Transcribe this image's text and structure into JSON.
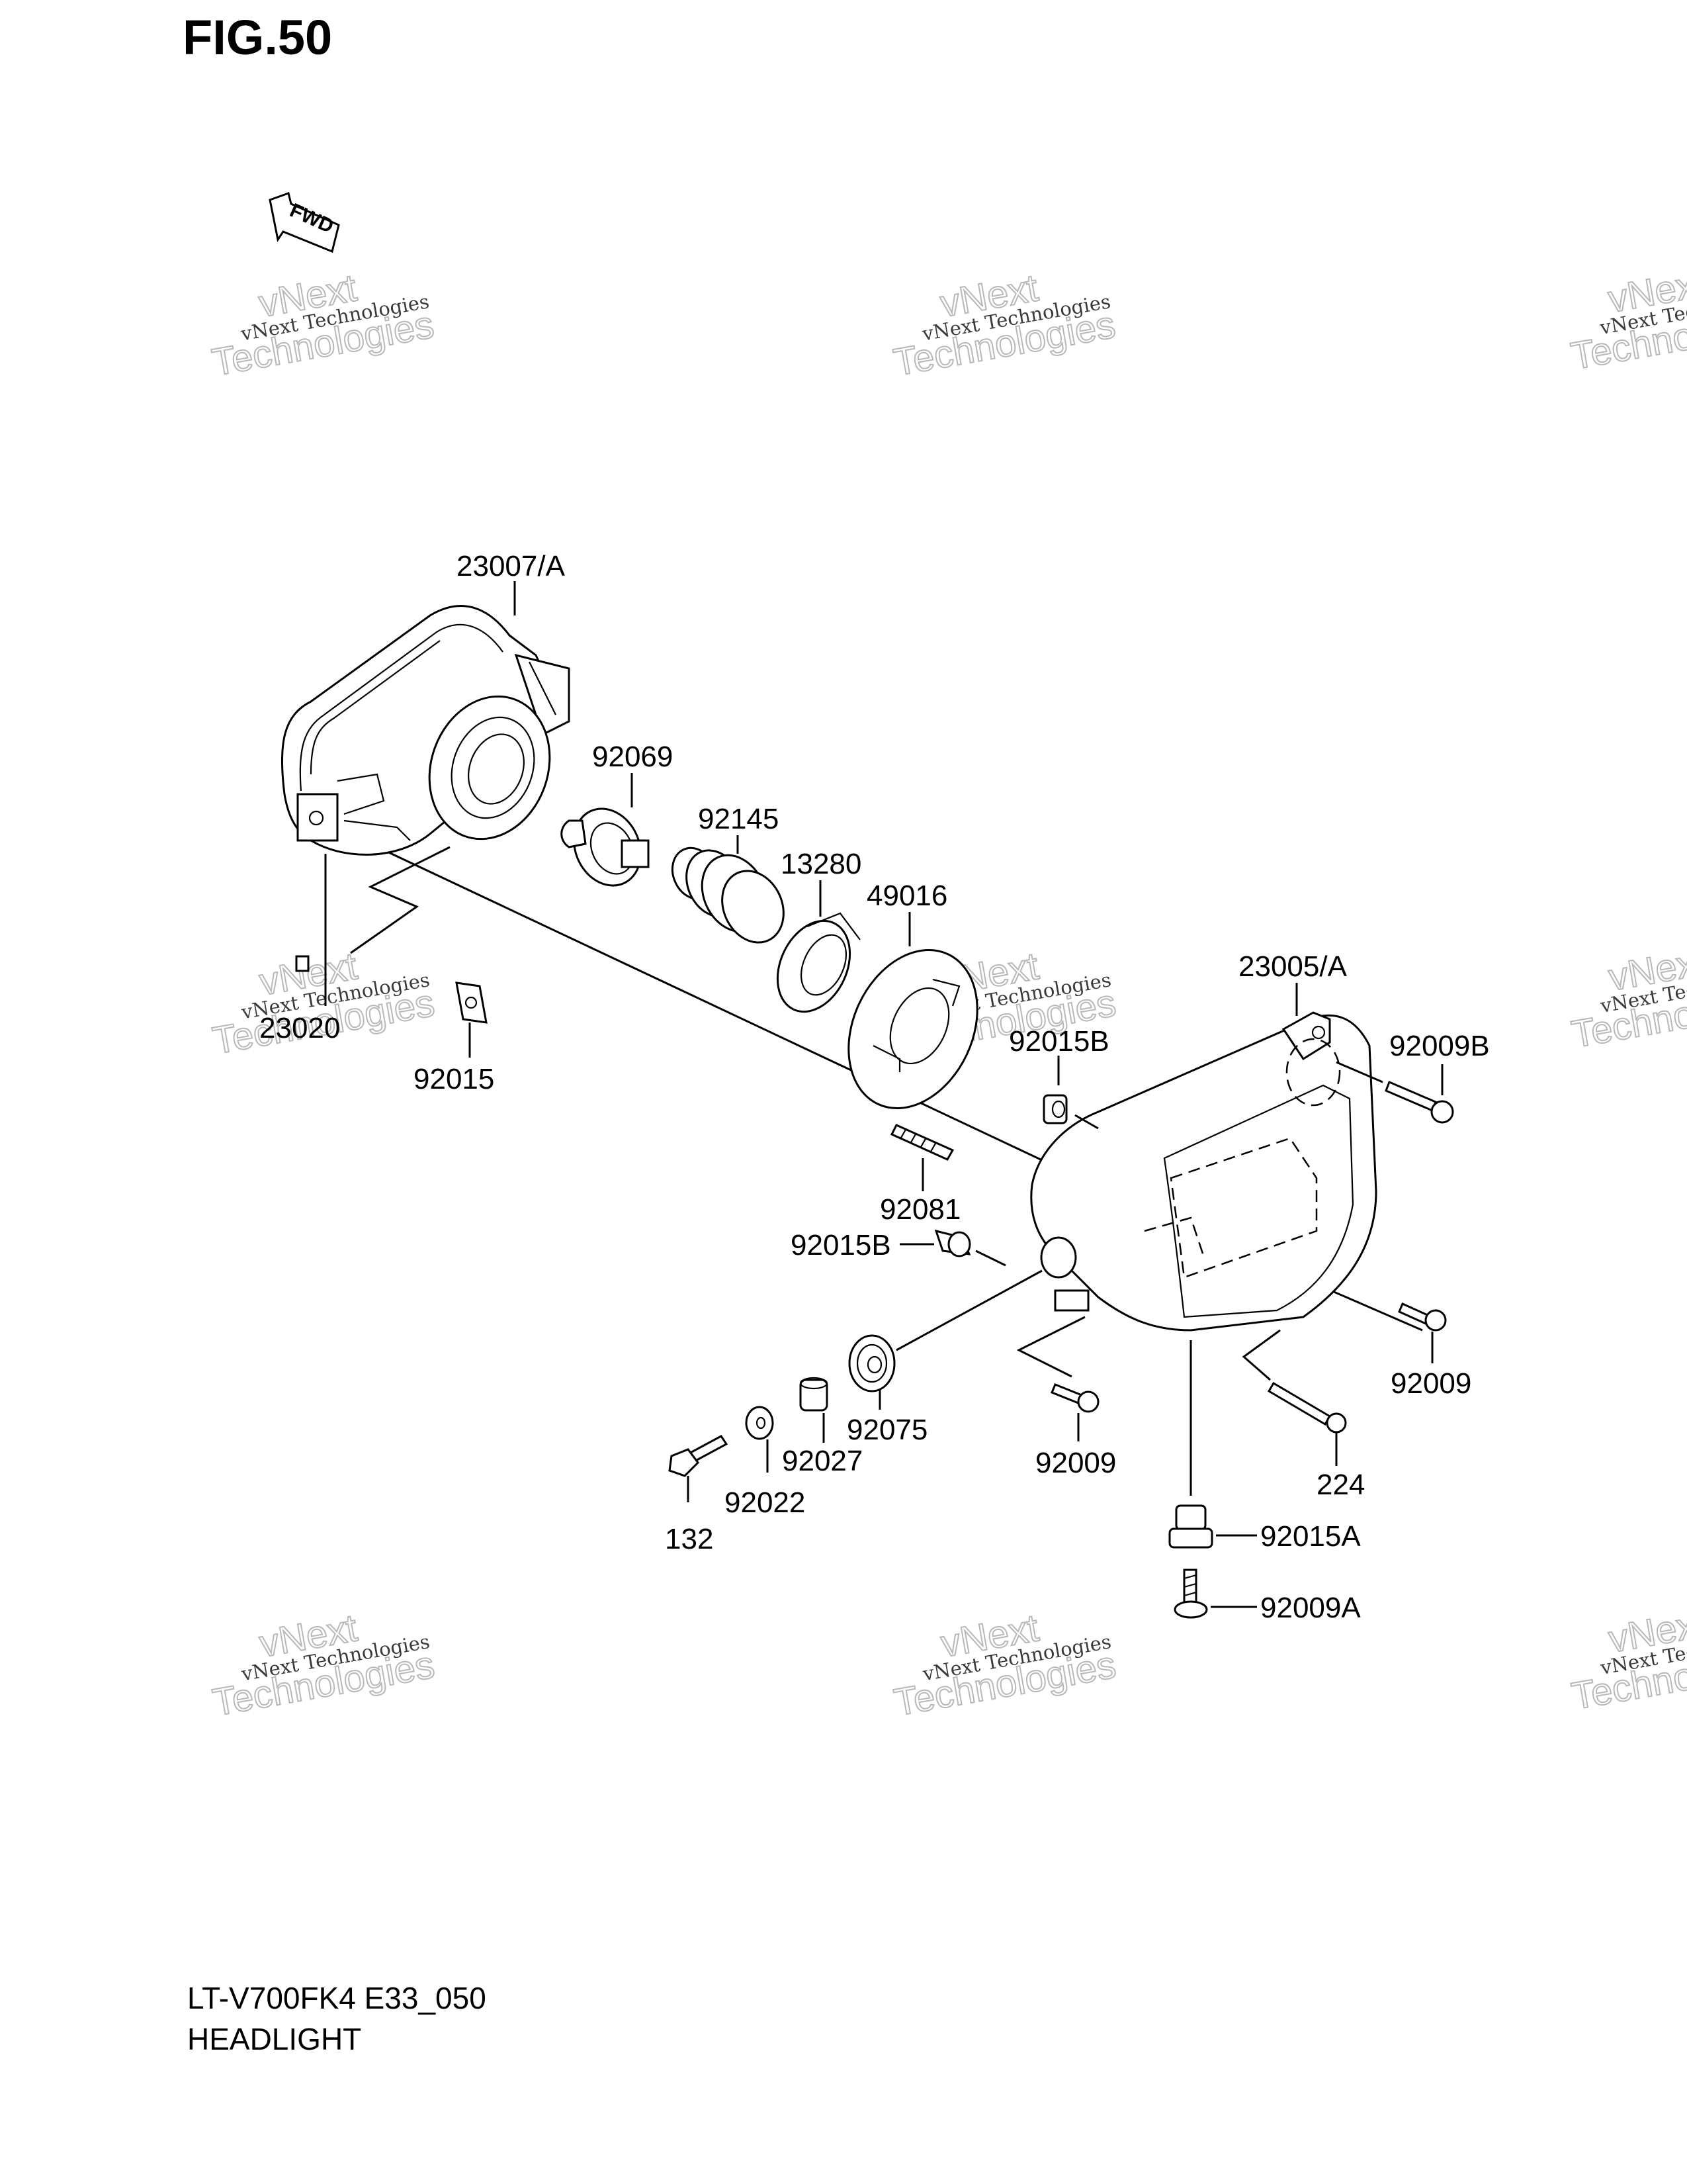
{
  "figure": {
    "title": "FIG.50",
    "fwd_label": "FWD"
  },
  "watermark": {
    "small": "vNext Technologies",
    "big_line1": "vNext",
    "big_line2": "Technologies"
  },
  "parts": {
    "p23007A": "23007/A",
    "p92069": "92069",
    "p92145": "92145",
    "p13280": "13280",
    "p49016": "49016",
    "p23020": "23020",
    "p92015": "92015",
    "p23005A": "23005/A",
    "p92015B_top": "92015B",
    "p92009B": "92009B",
    "p92081": "92081",
    "p92015B_mid": "92015B",
    "p92075": "92075",
    "p92027": "92027",
    "p92022": "92022",
    "p132": "132",
    "p92009_left": "92009",
    "p224": "224",
    "p92009_right": "92009",
    "p92015A": "92015A",
    "p92009A": "92009A"
  },
  "footer": {
    "model": "LT-V700FK4 E33_050",
    "name": "HEADLIGHT"
  }
}
